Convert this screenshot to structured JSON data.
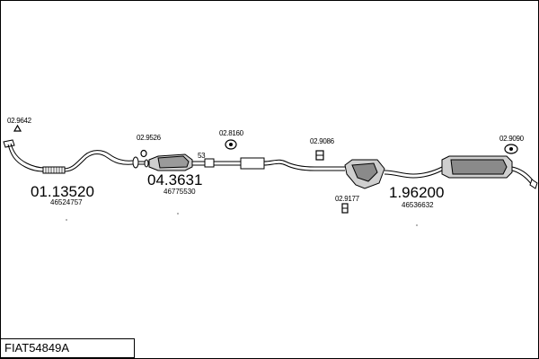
{
  "parts": {
    "front_pipe": {
      "number": "01.13520",
      "oe": "46524757"
    },
    "catalyst": {
      "number": "04.3631",
      "oe": "46775530"
    },
    "rear_muffler": {
      "number": "1.96200",
      "oe": "46536632"
    }
  },
  "accessories": [
    {
      "code": "02.9642"
    },
    {
      "code": "02.9526"
    },
    {
      "code": "02.8160"
    },
    {
      "code": "02.9086"
    },
    {
      "code": "02.9177"
    },
    {
      "code": "02.9090"
    }
  ],
  "clamp_label": "53",
  "reference": "FIAT54849A",
  "colors": {
    "line": "#000000",
    "fill": "#d0d0d0",
    "fill_dark": "#8a8a8a"
  }
}
